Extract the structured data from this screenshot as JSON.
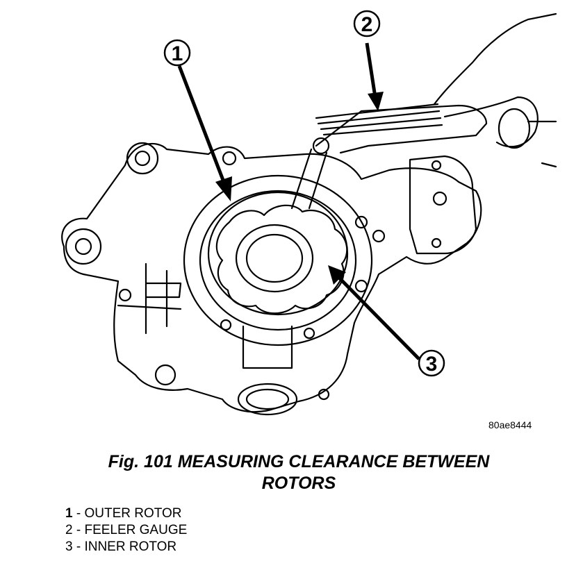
{
  "callouts": [
    {
      "number": "1"
    },
    {
      "number": "2"
    },
    {
      "number": "3"
    }
  ],
  "image_code": "80ae8444",
  "caption": {
    "line1": "Fig. 101 MEASURING CLEARANCE BETWEEN",
    "line2": "ROTORS"
  },
  "legend": [
    {
      "key": "1",
      "text": " - OUTER ROTOR"
    },
    {
      "key": "2",
      "text": " - FEELER GAUGE"
    },
    {
      "key": "3",
      "text": " - INNER ROTOR"
    }
  ]
}
